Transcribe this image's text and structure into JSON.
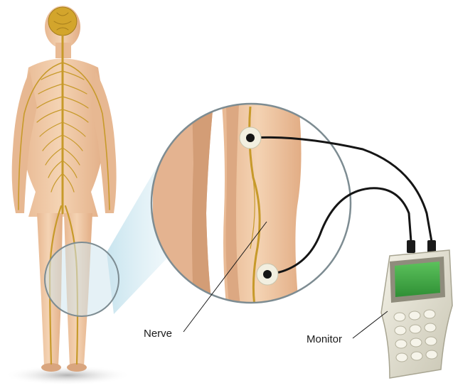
{
  "labels": {
    "nerve": "Nerve",
    "monitor": "Monitor"
  },
  "colors": {
    "skin": "#f0c9a4",
    "skin_shadow": "#d9a57e",
    "nerve": "#c79a2a",
    "brain": "#d3a52c",
    "lens_fill": "#cfe6ee",
    "lens_border": "#7d8c92",
    "cable": "#151515",
    "device_body": "#e8e6d8",
    "screen": "#3faa3f"
  },
  "icons": {
    "figure": "human-nervous-system-figure",
    "magnifier": "magnifier-lens-icon",
    "electrode": "electrode-pad-icon",
    "device": "handheld-monitor-icon"
  }
}
